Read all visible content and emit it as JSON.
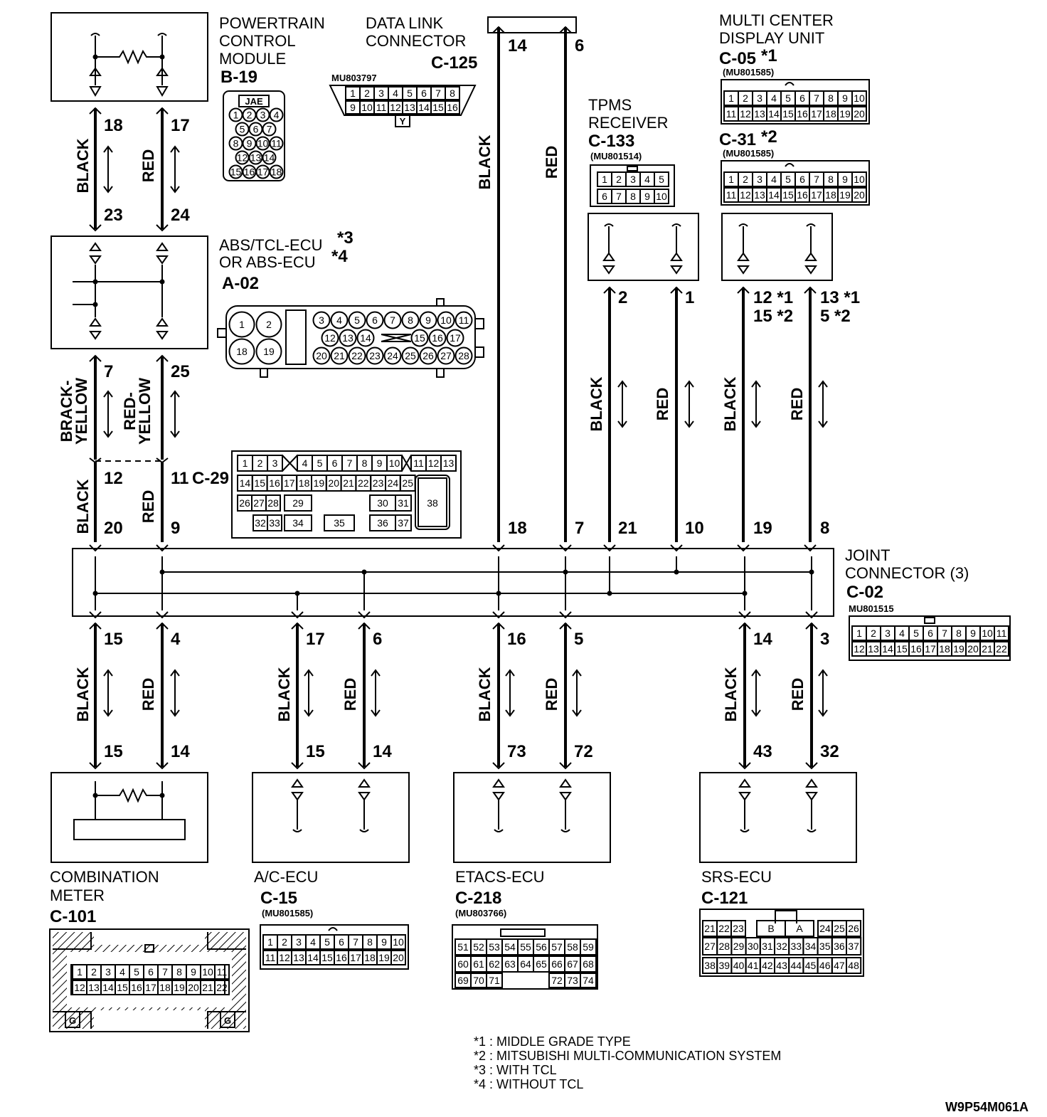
{
  "components": {
    "pcm": {
      "name_lines": [
        "POWERTRAIN",
        "CONTROL",
        "MODULE"
      ],
      "code": "B-19",
      "connector_maker": "JAE"
    },
    "dlc": {
      "name_lines": [
        "DATA LINK",
        "CONNECTOR"
      ],
      "code": "C-125",
      "part_no": "MU803797"
    },
    "mcdu": {
      "name_lines": [
        "MULTI CENTER",
        "DISPLAY UNIT"
      ],
      "code1": "C-05",
      "mark1": "*1",
      "part_no1": "(MU801585)",
      "code2": "C-31",
      "mark2": "*2",
      "part_no2": "(MU801585)"
    },
    "tpms": {
      "name_lines": [
        "TPMS",
        "RECEIVER"
      ],
      "code": "C-133",
      "part_no": "(MU801514)"
    },
    "abs": {
      "name_lines": [
        "ABS/TCL-ECU",
        "OR ABS-ECU"
      ],
      "marks": [
        "*3",
        "*4"
      ],
      "code": "A-02"
    },
    "c29": {
      "code": "C-29"
    },
    "joint": {
      "name_lines": [
        "JOINT",
        "CONNECTOR (3)"
      ],
      "code": "C-02",
      "part_no": "MU801515"
    },
    "meter": {
      "name_lines": [
        "COMBINATION",
        "METER"
      ],
      "code": "C-101"
    },
    "ac": {
      "name": "A/C-ECU",
      "code": "C-15",
      "part_no": "(MU801585)"
    },
    "etacs": {
      "name": "ETACS-ECU",
      "code": "C-218",
      "part_no": "(MU803766)"
    },
    "srs": {
      "name": "SRS-ECU",
      "code": "C-121"
    }
  },
  "wire_colors": {
    "black": "BLACK",
    "red": "RED",
    "black_yellow": [
      "BRACK-",
      "YELLOW"
    ],
    "red_yellow": [
      "RED-",
      "YELLOW"
    ]
  },
  "pins": {
    "pcm_black": "18",
    "pcm_red": "17",
    "abs_top_black": "23",
    "abs_top_red": "24",
    "abs_bot_black": "7",
    "abs_bot_red": "25",
    "c29_black": "12",
    "c29_red": "11",
    "jc_top_c1": "20",
    "jc_top_c2": "9",
    "dlc_black": "14",
    "dlc_red": "6",
    "jc_dlc_black": "18",
    "jc_dlc_red": "7",
    "tpms_black": "2",
    "tpms_red": "1",
    "jc_tpms_black": "21",
    "jc_tpms_red": "10",
    "mcdu_black": [
      "12 *1",
      "15 *2"
    ],
    "mcdu_red": [
      "13 *1",
      "5 *2"
    ],
    "jc_mcdu_black": "19",
    "jc_mcdu_red": "8",
    "jc_bot": [
      "15",
      "4",
      "17",
      "6",
      "16",
      "5",
      "14",
      "3"
    ],
    "dev_pins": [
      "15",
      "14",
      "15",
      "14",
      "73",
      "72",
      "43",
      "32"
    ]
  },
  "connector_pins": {
    "dlc": {
      "row1": [
        "1",
        "2",
        "3",
        "4",
        "5",
        "6",
        "7",
        "8"
      ],
      "row2": [
        "9",
        "10",
        "11",
        "12",
        "13",
        "14",
        "15",
        "16"
      ],
      "key": "Y"
    },
    "pcm": {
      "rows": [
        [
          "1",
          "2",
          "3",
          "4"
        ],
        [
          "5",
          "6",
          "7"
        ],
        [
          "8",
          "9",
          "10",
          "11"
        ],
        [
          "12",
          "13",
          "14"
        ],
        [
          "15",
          "16",
          "17",
          "18"
        ]
      ]
    },
    "c20": {
      "row1": [
        "1",
        "2",
        "3",
        "4",
        "5",
        "6",
        "7",
        "8",
        "9",
        "10"
      ],
      "row2": [
        "11",
        "12",
        "13",
        "14",
        "15",
        "16",
        "17",
        "18",
        "19",
        "20"
      ]
    },
    "c10": {
      "row1": [
        "1",
        "2",
        "3",
        "4",
        "5"
      ],
      "row2": [
        "6",
        "7",
        "8",
        "9",
        "10"
      ]
    },
    "abs": {
      "big": [
        "1",
        "2",
        "18",
        "19"
      ],
      "row1": [
        "3",
        "4",
        "5",
        "6",
        "7",
        "8",
        "9",
        "10",
        "11"
      ],
      "row2": [
        "12",
        "13",
        "14",
        "15",
        "16",
        "17"
      ],
      "row3": [
        "20",
        "21",
        "22",
        "23",
        "24",
        "25",
        "26",
        "27",
        "28"
      ]
    },
    "c29": {
      "row1": [
        "1",
        "2",
        "3",
        "4",
        "5",
        "6",
        "7",
        "8",
        "9",
        "10",
        "11",
        "12",
        "13"
      ],
      "row2": [
        "14",
        "15",
        "16",
        "17",
        "18",
        "19",
        "20",
        "21",
        "22",
        "23",
        "24",
        "25"
      ],
      "row3": [
        "26",
        "27",
        "28",
        "29",
        "30",
        "31",
        "38"
      ],
      "row4": [
        "32",
        "33",
        "34",
        "35",
        "36",
        "37"
      ]
    },
    "joint": {
      "row1": [
        "1",
        "2",
        "3",
        "4",
        "5",
        "6",
        "7",
        "8",
        "9",
        "10",
        "11"
      ],
      "row2": [
        "12",
        "13",
        "14",
        "15",
        "16",
        "17",
        "18",
        "19",
        "20",
        "21",
        "22"
      ]
    },
    "meter": {
      "row1": [
        "1",
        "2",
        "3",
        "4",
        "5",
        "6",
        "7",
        "8",
        "9",
        "10",
        "11"
      ],
      "row2": [
        "12",
        "13",
        "14",
        "15",
        "16",
        "17",
        "18",
        "19",
        "20",
        "21",
        "22"
      ],
      "ground": "G"
    },
    "etacs": {
      "row1": [
        "51",
        "52",
        "53",
        "54",
        "55",
        "56",
        "57",
        "58",
        "59"
      ],
      "row2": [
        "60",
        "61",
        "62",
        "63",
        "64",
        "65",
        "66",
        "67",
        "68"
      ],
      "row3": [
        "69",
        "70",
        "71",
        "72",
        "73",
        "74"
      ]
    },
    "srs": {
      "row1": [
        "21",
        "22",
        "23",
        "B",
        "A",
        "24",
        "25",
        "26"
      ],
      "row2": [
        "27",
        "28",
        "29",
        "30",
        "31",
        "32",
        "33",
        "34",
        "35",
        "36",
        "37"
      ],
      "row3": [
        "38",
        "39",
        "40",
        "41",
        "42",
        "43",
        "44",
        "45",
        "46",
        "47",
        "48"
      ]
    }
  },
  "footnotes": [
    "*1 : MIDDLE GRADE TYPE",
    "*2 : MITSUBISHI MULTI-COMMUNICATION SYSTEM",
    "*3 : WITH TCL",
    "*4 : WITHOUT TCL"
  ],
  "drawing_code": "W9P54M061A"
}
